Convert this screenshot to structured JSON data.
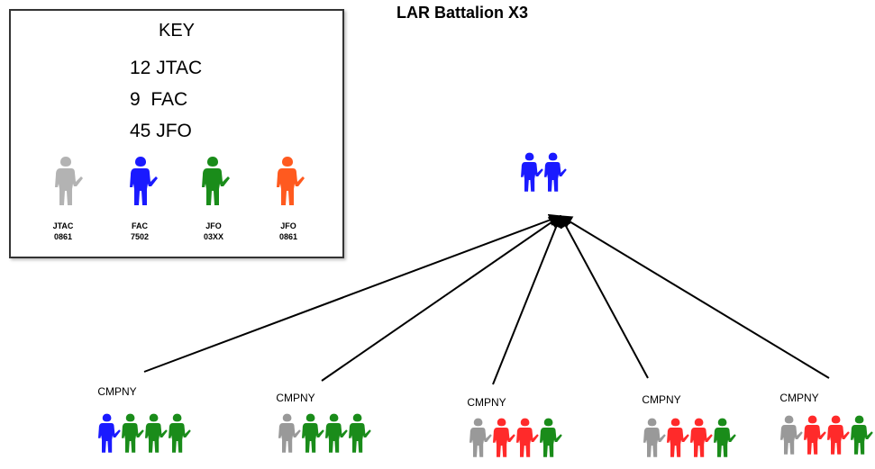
{
  "title": "LAR Battalion X3",
  "key": {
    "heading": "KEY",
    "counts": [
      "12 JTAC",
      "9  FAC",
      "45 JFO"
    ],
    "items": [
      {
        "name": "JTAC",
        "code": "0861",
        "color": "#b3b3b3"
      },
      {
        "name": "FAC",
        "code": "7502",
        "color": "#1a1aff"
      },
      {
        "name": "JFO",
        "code": "03XX",
        "color": "#1a8c1a"
      },
      {
        "name": "JFO",
        "code": "0861",
        "color": "#ff5a1f"
      }
    ]
  },
  "battalion": {
    "colors": [
      "#1a1aff",
      "#1a1aff"
    ]
  },
  "companies": [
    {
      "label": "CMPNY",
      "soldiers": [
        "#1a1aff",
        "#1a8c1a",
        "#1a8c1a",
        "#1a8c1a"
      ]
    },
    {
      "label": "CMPNY",
      "soldiers": [
        "#999999",
        "#1a8c1a",
        "#1a8c1a",
        "#1a8c1a"
      ]
    },
    {
      "label": "CMPNY",
      "soldiers": [
        "#999999",
        "#ff2a2a",
        "#ff2a2a",
        "#1a8c1a"
      ]
    },
    {
      "label": "CMPNY",
      "soldiers": [
        "#999999",
        "#ff2a2a",
        "#ff2a2a",
        "#1a8c1a"
      ]
    },
    {
      "label": "CMPNY",
      "soldiers": [
        "#999999",
        "#ff2a2a",
        "#ff2a2a",
        "#1a8c1a"
      ]
    }
  ]
}
